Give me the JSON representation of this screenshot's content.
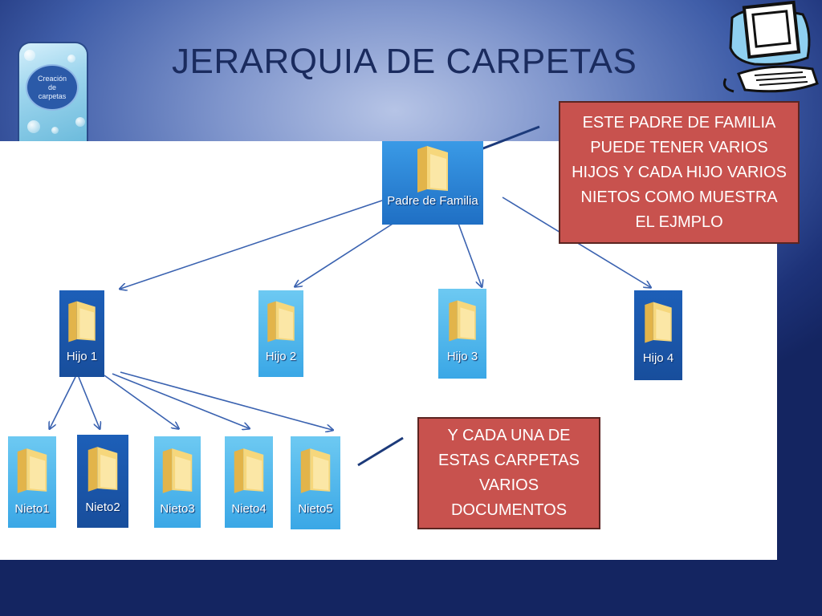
{
  "slide": {
    "title": "JERARQUIA DE CARPETAS"
  },
  "side_tab": {
    "label": "Creación de carpetas"
  },
  "hierarchy": {
    "parent": {
      "label": "Padre de Familia",
      "icon": "folder-icon"
    },
    "children": [
      {
        "label": "Hijo 1",
        "icon": "folder-icon"
      },
      {
        "label": "Hijo 2",
        "icon": "folder-icon"
      },
      {
        "label": "Hijo 3",
        "icon": "folder-icon"
      },
      {
        "label": "Hijo 4",
        "icon": "folder-icon"
      }
    ],
    "grandchildren": [
      {
        "label": "Nieto1",
        "icon": "folder-icon"
      },
      {
        "label": "Nieto2",
        "icon": "folder-icon"
      },
      {
        "label": "Nieto3",
        "icon": "folder-icon"
      },
      {
        "label": "Nieto4",
        "icon": "folder-icon"
      },
      {
        "label": "Nieto5",
        "icon": "folder-icon"
      }
    ]
  },
  "callouts": {
    "top": "ESTE PADRE DE FAMILIA PUEDE TENER VARIOS HIJOS Y CADA HIJO VARIOS NIETOS  COMO MUESTRA EL EJMPLO",
    "bottom": "Y CADA UNA DE ESTAS CARPETAS VARIOS DOCUMENTOS"
  },
  "colors": {
    "callout_fill": "#c8524e",
    "arrow": "#3a62b0",
    "title": "#1a2b5e"
  }
}
